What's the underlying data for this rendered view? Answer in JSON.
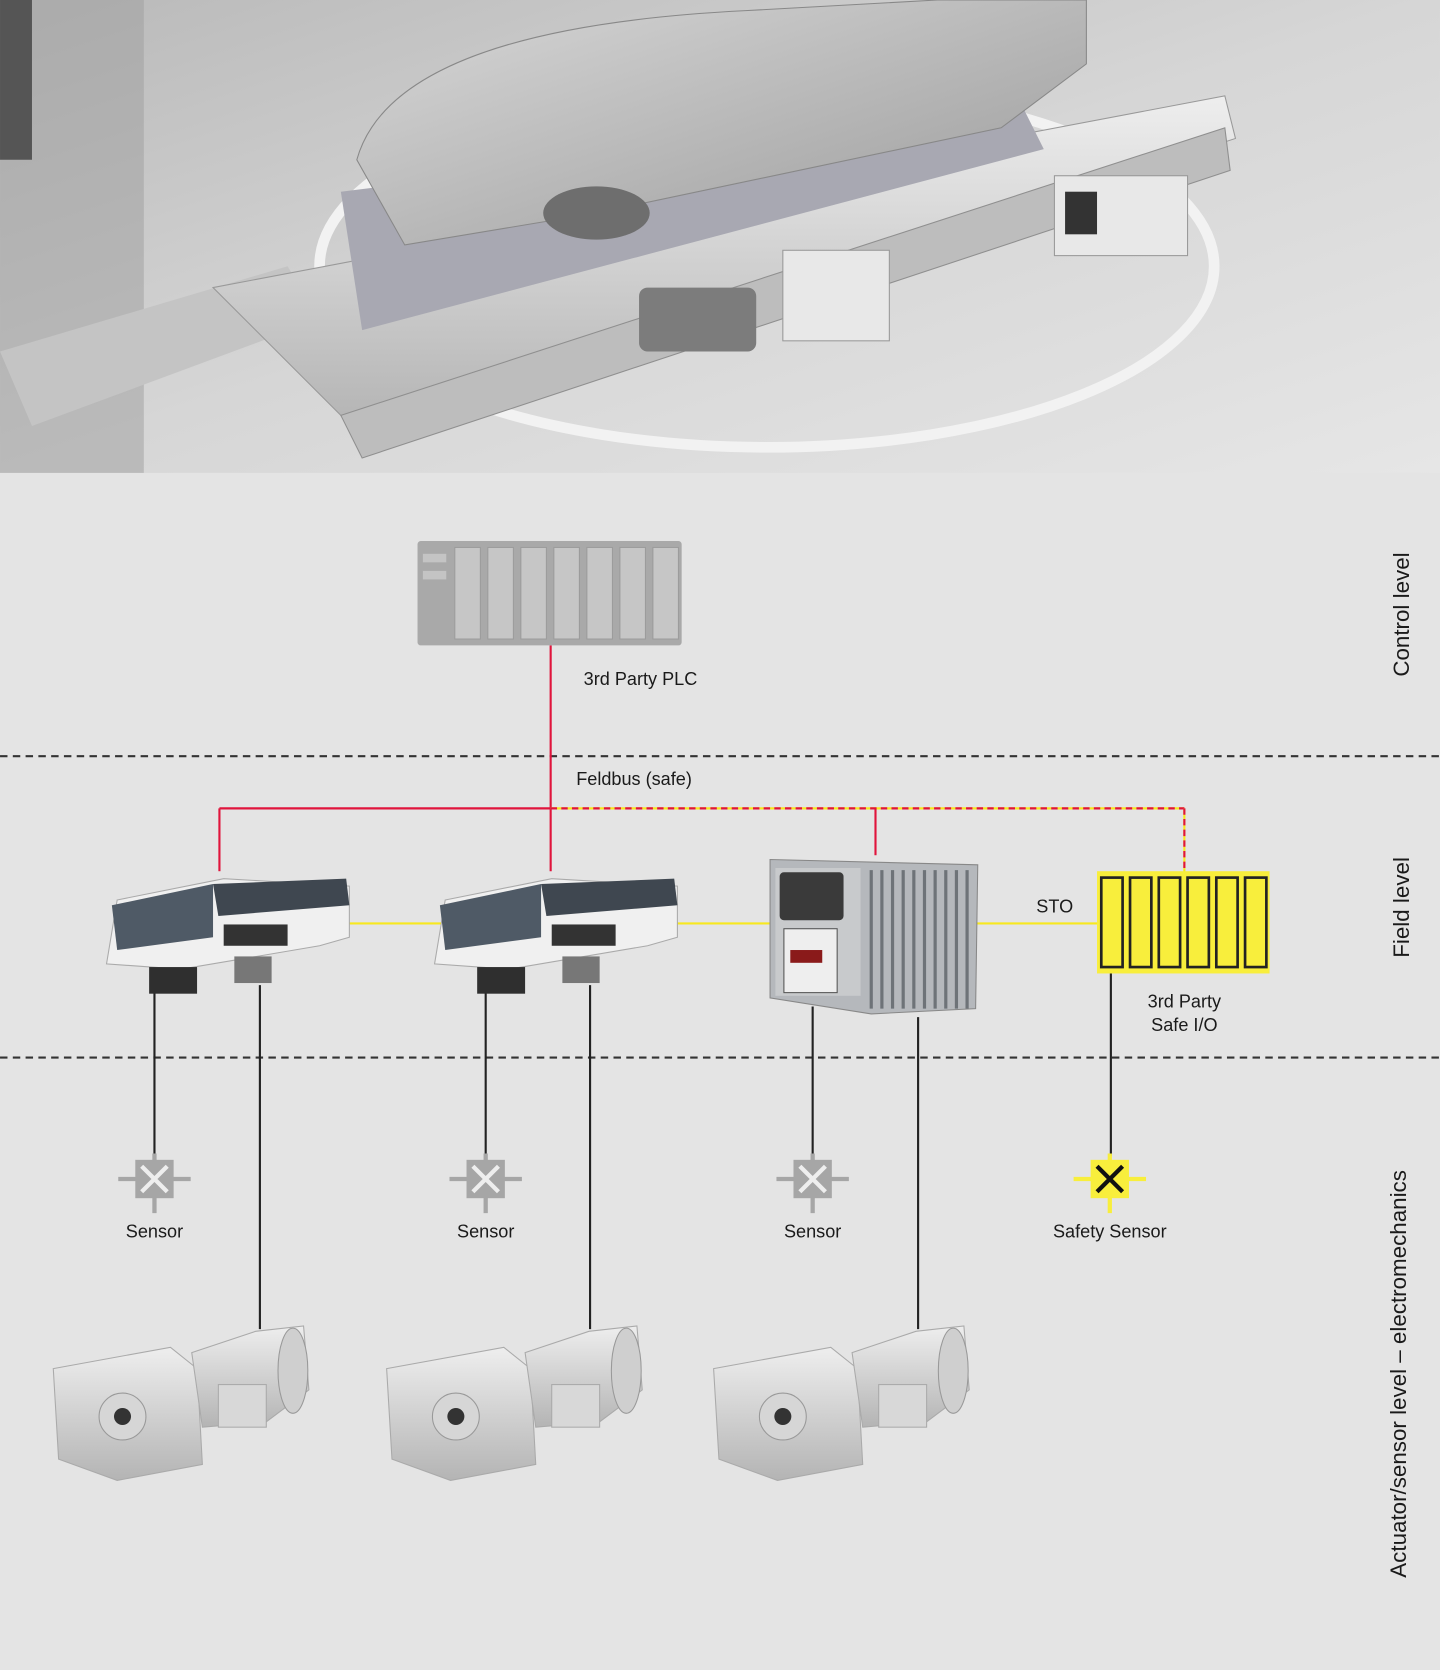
{
  "levels": {
    "control": "Control level",
    "field": "Field level",
    "actuator": "Actuator/sensor level – electromechanics"
  },
  "plc": {
    "label": "3rd Party PLC"
  },
  "bus": {
    "label": "Feldbus (safe)"
  },
  "sto": {
    "label": "STO"
  },
  "safe_io": {
    "line1": "3rd Party",
    "line2": "Safe I/O"
  },
  "sensors": [
    {
      "label": "Sensor"
    },
    {
      "label": "Sensor"
    },
    {
      "label": "Sensor"
    },
    {
      "label": "Safety Sensor"
    }
  ],
  "colors": {
    "background": "#e4e4e4",
    "bus_red": "#e0143c",
    "sto_yellow": "#f7e81e",
    "safe_io_yellow": "#f8ee3c",
    "device_gray": "#a9a9a9"
  }
}
